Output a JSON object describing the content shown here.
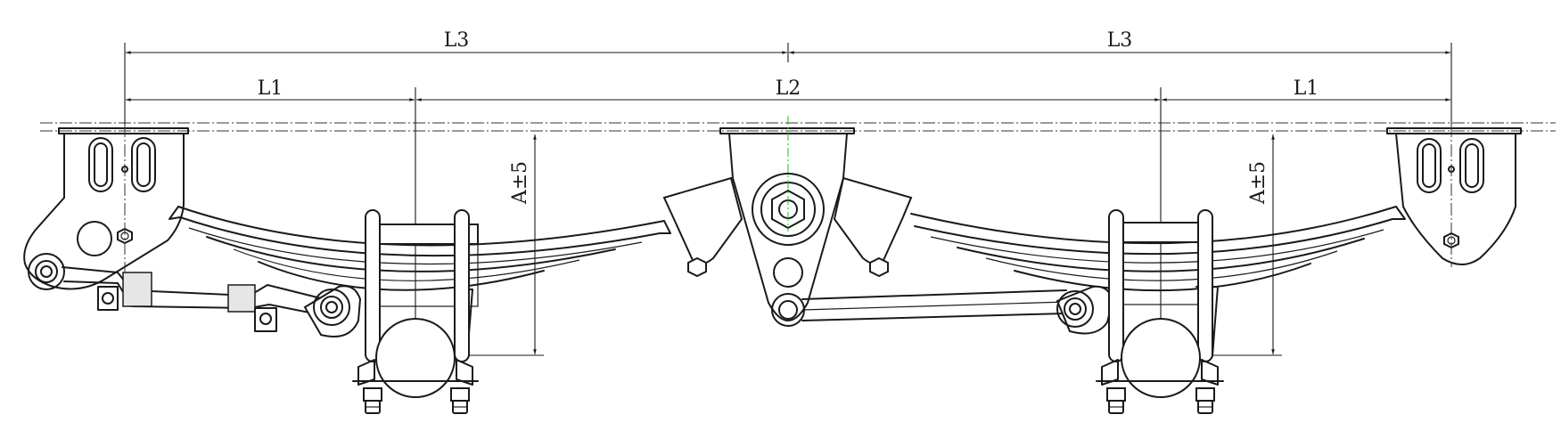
{
  "dimensions": {
    "overall_left": "L3",
    "overall_right": "L3",
    "end_left": "L1",
    "center_span": "L2",
    "end_right": "L1",
    "height_left": "A±5",
    "height_right": "A±5"
  },
  "colors": {
    "line": "#1a1a1a",
    "centerline_highlight": "#22bb22",
    "background": "#ffffff"
  }
}
